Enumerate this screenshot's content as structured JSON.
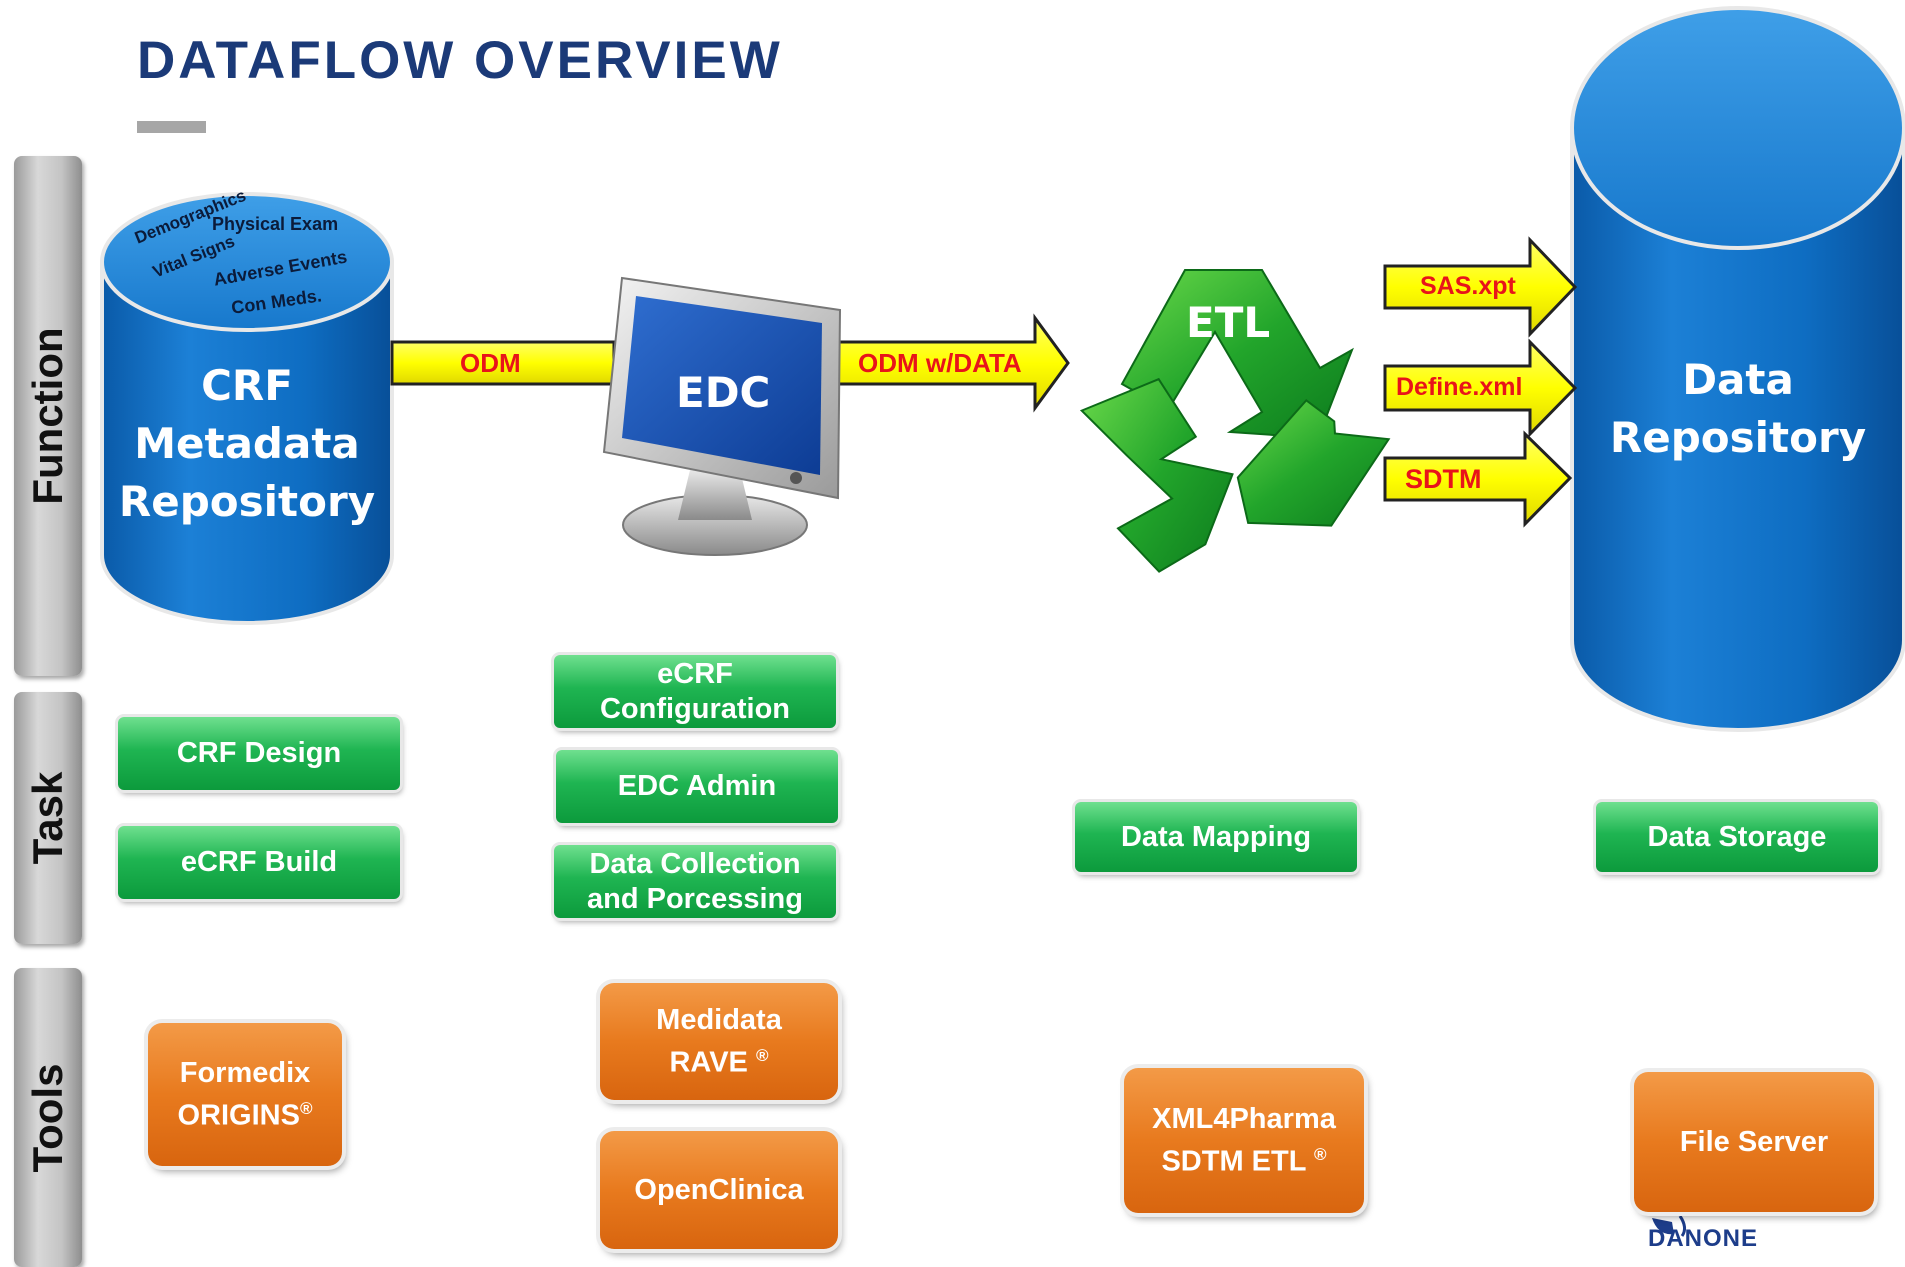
{
  "title": "DATAFLOW OVERVIEW",
  "rows": {
    "function": "Function",
    "task": "Task",
    "tools": "Tools"
  },
  "crf_repo": {
    "label_line1": "CRF",
    "label_line2": "Metadata",
    "label_line3": "Repository",
    "top_words": [
      "Demographics",
      "Physical Exam",
      "Vital Signs",
      "Adverse Events",
      "Con Meds."
    ]
  },
  "edc": {
    "label": "EDC"
  },
  "etl": {
    "label": "ETL"
  },
  "data_repo": {
    "label_line1": "Data",
    "label_line2": "Repository"
  },
  "arrows": {
    "odm": "ODM",
    "odm_data": "ODM w/DATA",
    "sas": "SAS.xpt",
    "define": "Define.xml",
    "sdtm": "SDTM"
  },
  "tasks": {
    "crf_design": "CRF Design",
    "ecrf_build": "eCRF Build",
    "ecrf_config_1": "eCRF",
    "ecrf_config_2": "Configuration",
    "edc_admin": "EDC Admin",
    "data_collection_1": "Data Collection",
    "data_collection_2": "and Porcessing",
    "data_mapping": "Data Mapping",
    "data_storage": "Data Storage"
  },
  "tools": {
    "formedix_1": "Formedix",
    "formedix_2": "ORIGINS",
    "medidata_1": "Medidata",
    "medidata_2": "RAVE",
    "openclinica": "OpenClinica",
    "xml4pharma_1": "XML4Pharma",
    "xml4pharma_2": "SDTM ETL",
    "file_server": "File Server",
    "registered_mark": "®"
  },
  "footer_logo": "DANONE",
  "colors": {
    "title": "#1b3a78",
    "cylinder_blue": "#0c6fc4",
    "task_green": "#1fb552",
    "tool_orange": "#e87a1e",
    "arrow_yellow": "#ffff00",
    "arrow_text_red": "#e8141a",
    "etl_green": "#22a52b"
  }
}
